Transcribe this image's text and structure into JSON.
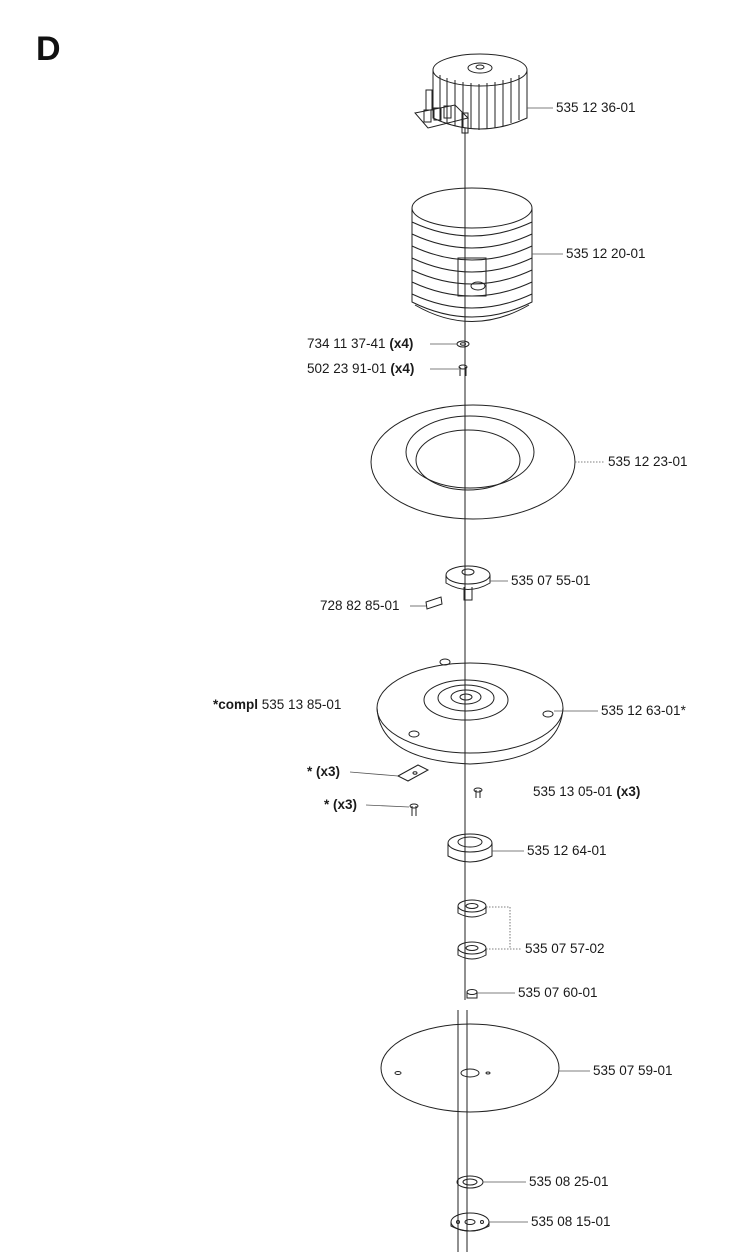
{
  "section": "D",
  "parts": {
    "motor": {
      "number": "535 12 36-01"
    },
    "motor_cover": {
      "number": "535 12 20-01"
    },
    "washer": {
      "number": "734 11 37-41",
      "qty": "(x4)"
    },
    "screw": {
      "number": "502 23 91-01",
      "qty": "(x4)"
    },
    "seal_ring": {
      "number": "535 12 23-01"
    },
    "hub": {
      "number": "535 07 55-01"
    },
    "set_screw": {
      "number": "728 82 85-01"
    },
    "compl": {
      "prefix": "*compl",
      "number": "535 13 85-01"
    },
    "chassis_plate": {
      "number": "535 12 63-01*"
    },
    "clip": {
      "prefix": "*",
      "qty": "(x3)"
    },
    "clip_screw": {
      "prefix": "*",
      "qty": "(x3)"
    },
    "plate_screw": {
      "number": "535 13 05-01",
      "qty": "(x3)"
    },
    "bearing_housing": {
      "number": "535 12 64-01"
    },
    "bearings": {
      "number": "535 07 57-02"
    },
    "nut": {
      "number": "535 07 60-01"
    },
    "blade_disc": {
      "number": "535 07 59-01"
    },
    "spacer": {
      "number": "535 08 25-01"
    },
    "blade_hub": {
      "number": "535 08 15-01"
    }
  }
}
